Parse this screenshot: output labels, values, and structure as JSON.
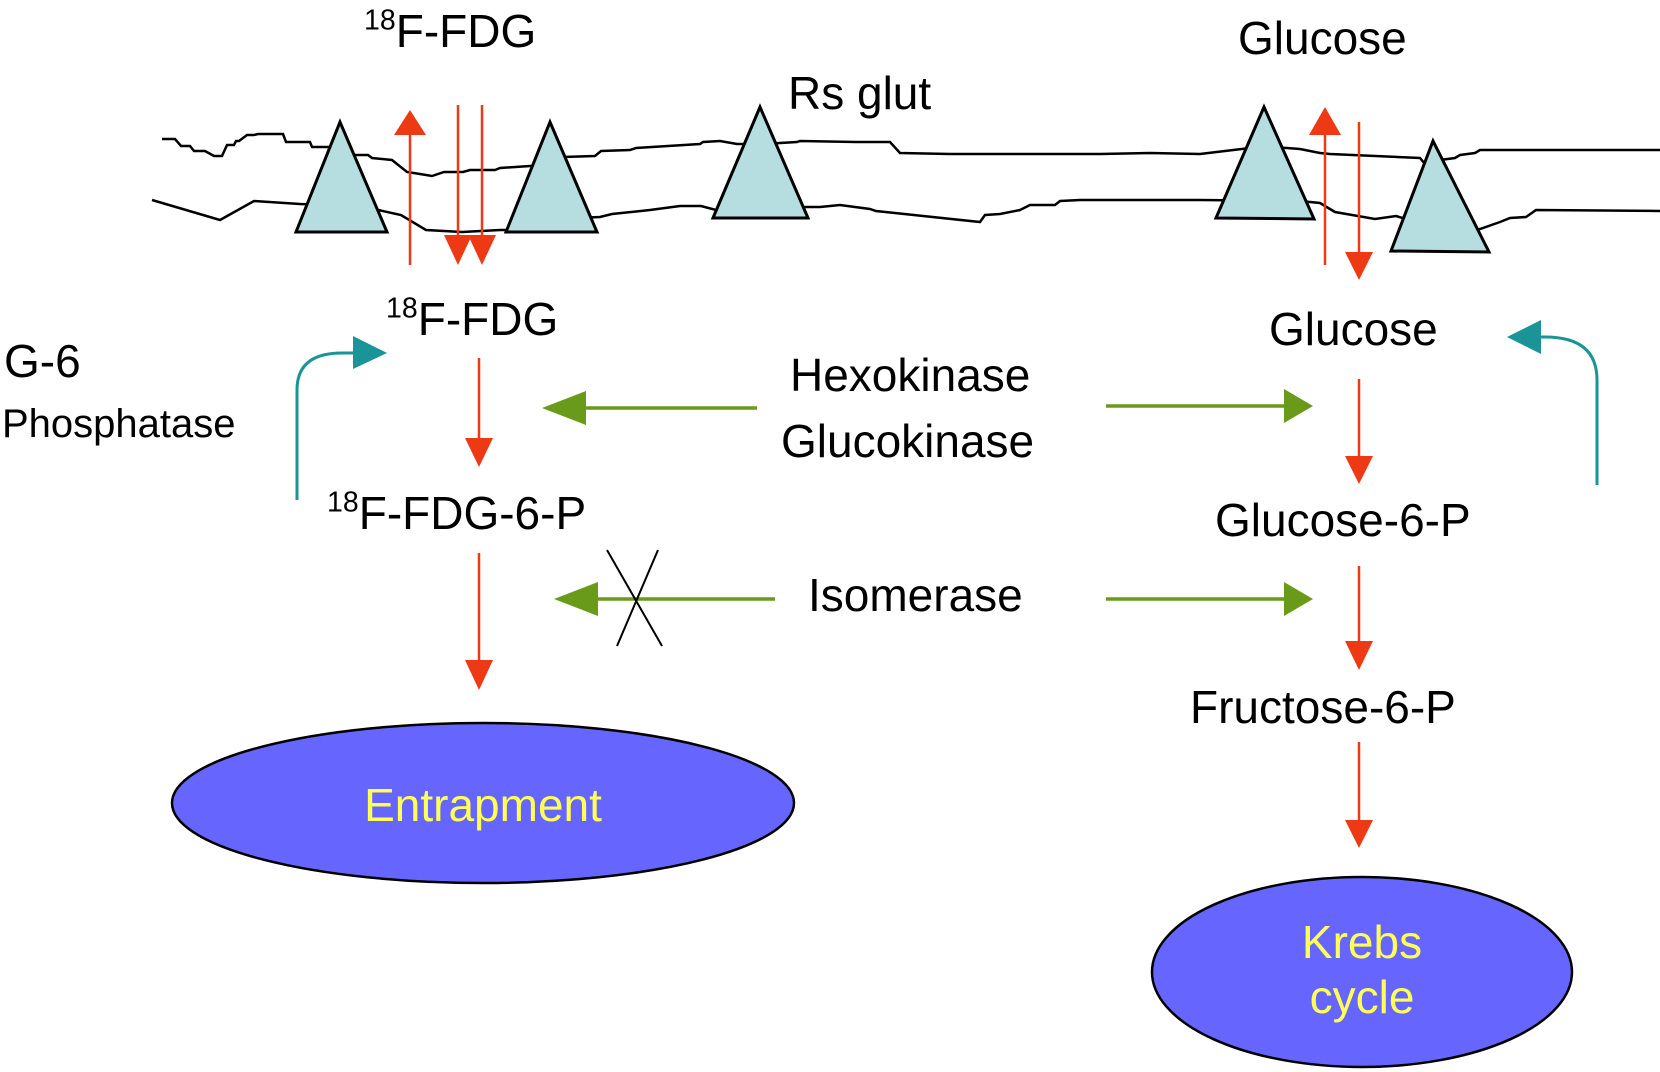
{
  "colors": {
    "transport_arrow": "#ee3a14",
    "enzyme_arrow": "#6a9a1a",
    "phosphatase_arrow": "#1a9496",
    "transporter_fill": "#b6dde0",
    "node_fill": "#6666ff",
    "node_text": "#ffff55",
    "line": "#000000"
  },
  "extracellular": {
    "fdg_label": {
      "superscript": "18",
      "text": "F-FDG"
    },
    "glucose_label": "Glucose",
    "transporter_label": "Rs glut"
  },
  "fdg_pathway": {
    "fdg_label": {
      "superscript": "18",
      "text": "F-FDG"
    },
    "fdg6p_label": {
      "superscript": "18",
      "text": "F-FDG-6-P"
    },
    "outcome": "Entrapment"
  },
  "glucose_pathway": {
    "glucose_label": "Glucose",
    "g6p_label": "Glucose-6-P",
    "f6p_label": "Fructose-6-P",
    "outcome_line1": "Krebs",
    "outcome_line2": "cycle"
  },
  "enzymes": {
    "hexokinase": "Hexokinase",
    "glucokinase": "Glucokinase",
    "isomerase": "Isomerase",
    "isomerase_blocked_for_fdg": true
  },
  "phosphatase": {
    "line1": "G-6",
    "line2": "Phosphatase"
  }
}
